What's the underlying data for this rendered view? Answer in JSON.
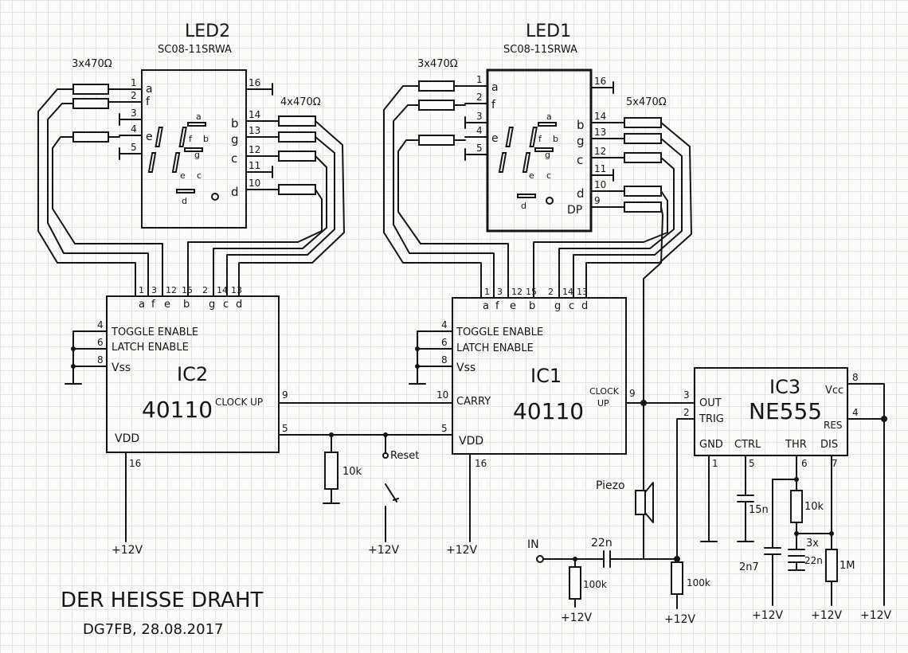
{
  "led2": {
    "title": "LED2",
    "part": "SC08-11SRWA",
    "res_left": "3x470Ω",
    "res_right": "4x470Ω",
    "pins_left": [
      "1",
      "2",
      "3",
      "4",
      "5"
    ],
    "pins_left_seg": [
      "a",
      "f",
      "",
      "e",
      ""
    ],
    "pins_right": [
      "16",
      "14",
      "13",
      "12",
      "11",
      "10"
    ],
    "pins_right_seg": [
      "",
      "b",
      "g",
      "c",
      "",
      "d"
    ]
  },
  "led1": {
    "title": "LED1",
    "part": "SC08-11SRWA",
    "res_left": "3x470Ω",
    "res_right": "5x470Ω",
    "pins_left": [
      "1",
      "2",
      "3",
      "4",
      "5"
    ],
    "pins_left_seg": [
      "a",
      "f",
      "",
      "e",
      ""
    ],
    "pins_right": [
      "16",
      "14",
      "13",
      "12",
      "11",
      "10",
      "9"
    ],
    "pins_right_seg": [
      "",
      "b",
      "g",
      "c",
      "",
      "d",
      "DP"
    ]
  },
  "bus_pins": [
    "1",
    "3",
    "12",
    "15",
    "2",
    "14",
    "13"
  ],
  "bus_segs": [
    "a",
    "f",
    "e",
    "b",
    "g",
    "c",
    "d"
  ],
  "ic2": {
    "name": "IC2",
    "part": "40110",
    "toggle": "TOGGLE ENABLE",
    "latch": "LATCH ENABLE",
    "vss": "Vss",
    "clock": "CLOCK UP",
    "vdd": "VDD",
    "p_toggle": "4",
    "p_latch": "6",
    "p_vss": "8",
    "p_clock": "9",
    "p_vdd_r": "5",
    "p_vdd": "16"
  },
  "ic1": {
    "name": "IC1",
    "part": "40110",
    "toggle": "TOGGLE ENABLE",
    "latch": "LATCH ENABLE",
    "vss": "Vss",
    "carry": "CARRY",
    "clock_a": "CLOCK",
    "clock_b": "UP",
    "vdd": "VDD",
    "p_toggle": "4",
    "p_latch": "6",
    "p_vss": "8",
    "p_carry": "10",
    "p_vdd_l": "5",
    "p_clock": "9",
    "p_vdd": "16"
  },
  "ic3": {
    "name": "IC3",
    "part": "NE555",
    "out": "OUT",
    "trig": "TRIG",
    "vcc": "Vcc",
    "res": "RES",
    "gnd": "GND",
    "ctrl": "CTRL",
    "thr": "THR",
    "dis": "DIS",
    "p_out": "3",
    "p_trig": "2",
    "p_vcc": "8",
    "p_res": "4",
    "p_gnd": "1",
    "p_ctrl": "5",
    "p_thr": "6",
    "p_dis": "7"
  },
  "components": {
    "r10k_a": "10k",
    "reset": "Reset",
    "piezo": "Piezo",
    "c15n": "15n",
    "r10k_b": "10k",
    "c2n7": "2n7",
    "c3x": "3x",
    "c22n_b": "22n",
    "r1m": "1M",
    "in": "IN",
    "c22n": "22n",
    "r100k_a": "100k",
    "r100k_b": "100k"
  },
  "supply": "+12V",
  "footer": {
    "title": "DER HEISSE DRAHT",
    "sign": "DG7FB, 28.08.2017"
  }
}
